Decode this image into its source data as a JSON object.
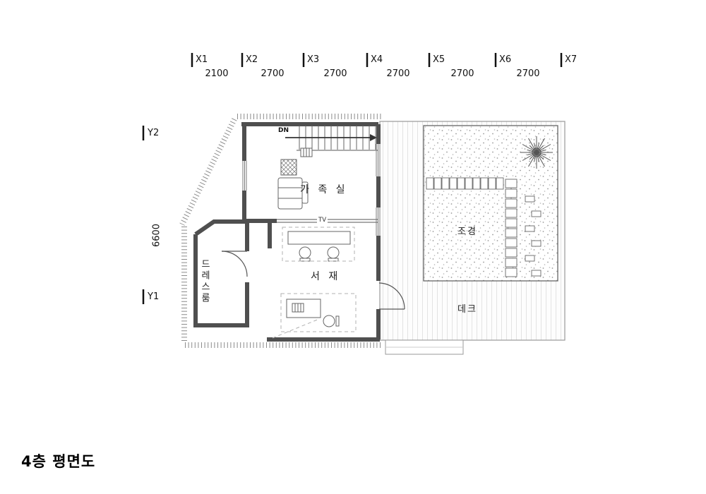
{
  "title": "4층 평면도",
  "grid": {
    "x_axes": [
      "X1",
      "X2",
      "X3",
      "X4",
      "X5",
      "X6",
      "X7"
    ],
    "x_dims": [
      "2100",
      "2700",
      "2700",
      "2700",
      "2700",
      "2700"
    ],
    "y_axes": [
      "Y2",
      "Y1"
    ],
    "y_dim": "6600"
  },
  "rooms": {
    "family": "가 족 실",
    "study": "서 재",
    "dress": "드레스룸",
    "landscape": "조경",
    "deck": "데크"
  },
  "labels": {
    "dn": "DN",
    "tv": "TV"
  }
}
